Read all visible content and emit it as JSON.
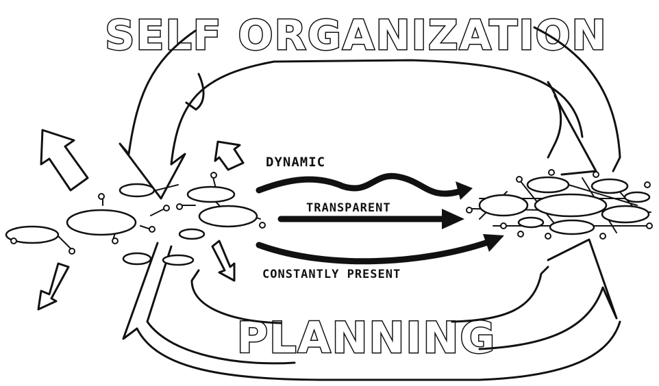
{
  "title_top": "SELF ORGANIZATION",
  "title_bottom": "PLANNING",
  "arrows": {
    "dynamic": "DYNAMIC",
    "transparent": "TRANSPARENT",
    "constant": "CONSTANTLY PRESENT"
  },
  "colors": {
    "ink": "#111111",
    "paper": "#ffffff"
  }
}
